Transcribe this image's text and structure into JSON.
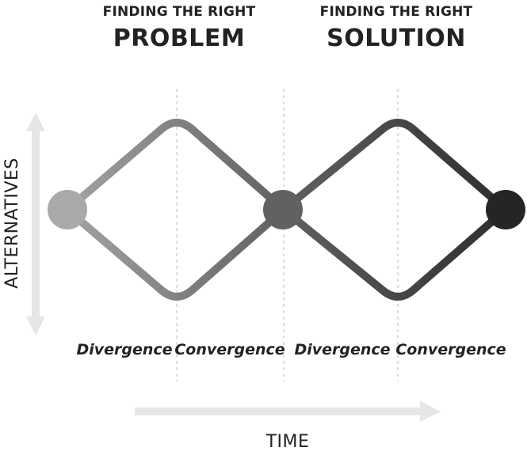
{
  "phases": [
    {
      "subtitle": "FINDING THE RIGHT",
      "title": "PROBLEM"
    },
    {
      "subtitle": "FINDING THE RIGHT",
      "title": "SOLUTION"
    }
  ],
  "stages": [
    {
      "label": "Divergence"
    },
    {
      "label": "Convergence"
    },
    {
      "label": "Divergence"
    },
    {
      "label": "Convergence"
    }
  ],
  "axes": {
    "y_label": "ALTERNATIVES",
    "x_label": "TIME"
  },
  "colors": {
    "node_start": "#a9a9a9",
    "node_middle": "#616161",
    "node_end": "#252525",
    "curve_light": "#a3a3a3",
    "curve_dark": "#2e2e2e",
    "axis_arrow": "#e6e6e6",
    "guide_line": "#c8c8c8"
  }
}
